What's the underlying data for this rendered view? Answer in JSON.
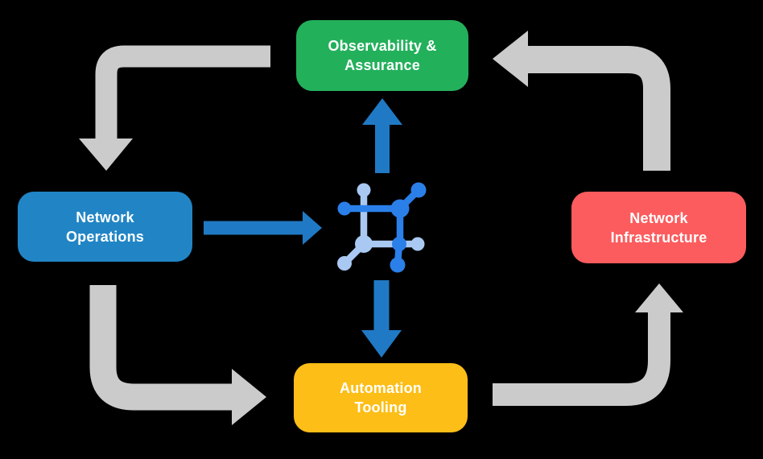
{
  "diagram": {
    "type": "cycle-flow",
    "nodes": [
      {
        "id": "observability-assurance",
        "label": "Observability & Assurance",
        "lines": [
          "Observability &",
          "Assurance"
        ],
        "color": "#23B05B",
        "position": "top-center"
      },
      {
        "id": "network-operations",
        "label": "Network Operations",
        "lines": [
          "Network",
          "Operations"
        ],
        "color": "#2185C5",
        "position": "middle-left"
      },
      {
        "id": "network-infrastructure",
        "label": "Network Infrastructure",
        "lines": [
          "Network",
          "Infrastructure"
        ],
        "color": "#FC5C5E",
        "position": "middle-right"
      },
      {
        "id": "automation-tooling",
        "label": "Automation Tooling",
        "lines": [
          "Automation",
          "Tooling"
        ],
        "color": "#FCBE17",
        "position": "bottom-center"
      }
    ],
    "center_icon": {
      "name": "network-mesh-icon",
      "description": "square mesh network glyph with corner nodes and branch dots",
      "color_primary": "#2B7FE9",
      "color_secondary": "#A9C9F2"
    },
    "connections": [
      {
        "from": "observability-assurance",
        "to": "network-operations",
        "style": "gray-elbow"
      },
      {
        "from": "network-operations",
        "to": "automation-tooling",
        "style": "gray-elbow"
      },
      {
        "from": "automation-tooling",
        "to": "network-infrastructure",
        "style": "gray-elbow"
      },
      {
        "from": "network-infrastructure",
        "to": "observability-assurance",
        "style": "gray-elbow"
      },
      {
        "from": "network-operations",
        "to": "center-icon",
        "style": "blue-straight"
      },
      {
        "from": "center-icon",
        "to": "observability-assurance",
        "style": "blue-straight"
      },
      {
        "from": "center-icon",
        "to": "automation-tooling",
        "style": "blue-straight"
      }
    ],
    "colors": {
      "node_green": "#23B05B",
      "node_blue": "#2185C5",
      "node_red": "#FC5C5E",
      "node_yellow": "#FCBE17",
      "arrow_gray": "#CBCBCB",
      "arrow_blue": "#2079C4",
      "icon_dark_blue": "#2B7FE9",
      "icon_light_blue": "#A9C9F2",
      "label_text": "#FFFFFF",
      "background": "#000000"
    }
  }
}
